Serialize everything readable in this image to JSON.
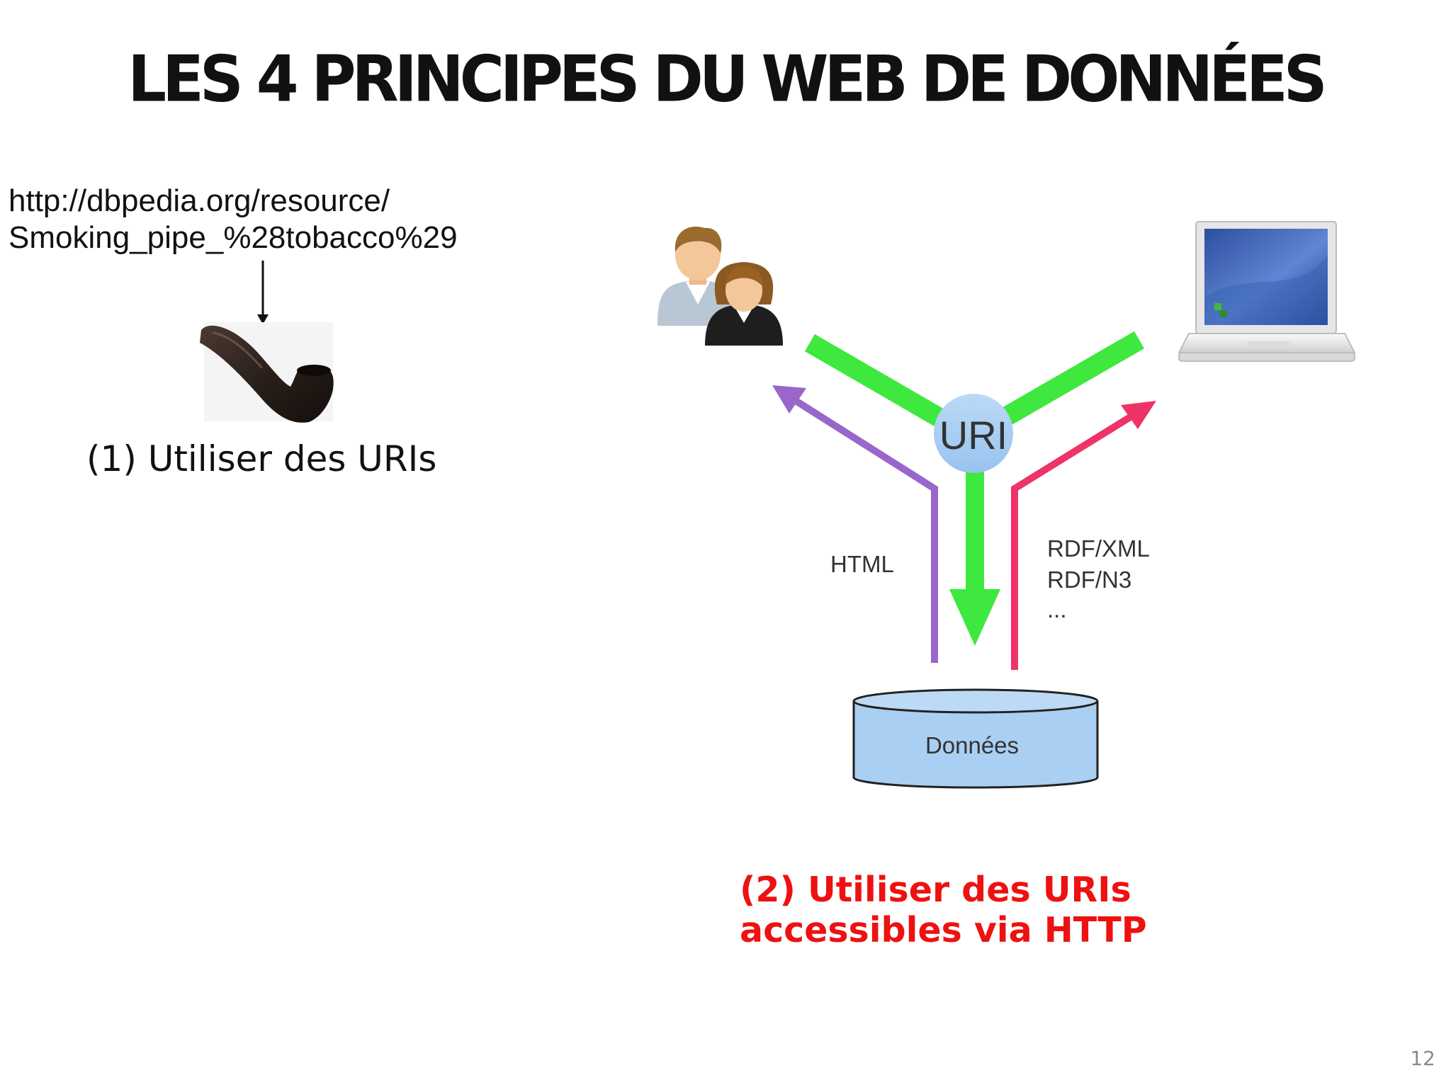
{
  "slide": {
    "title": "LES 4 PRINCIPES DU WEB DE DONNÉES",
    "page_number": "12"
  },
  "left": {
    "uri_line1": "http://dbpedia.org/resource/",
    "uri_line2": "Smoking_pipe_%28tobacco%29",
    "step1_label": "(1) Utiliser des URIs"
  },
  "diagram": {
    "hub_label": "URI",
    "left_format": "HTML",
    "right_formats": [
      "RDF/XML",
      "RDF/N3",
      "..."
    ],
    "database_label": "Données",
    "colors": {
      "green": "#3ee83e",
      "purple": "#9966cc",
      "pink": "#ee3366",
      "hub": "#a9cff2",
      "database": "#a9cff2"
    }
  },
  "step2": {
    "line1": "(2) Utiliser des URIs",
    "line2": "accessibles via HTTP"
  }
}
